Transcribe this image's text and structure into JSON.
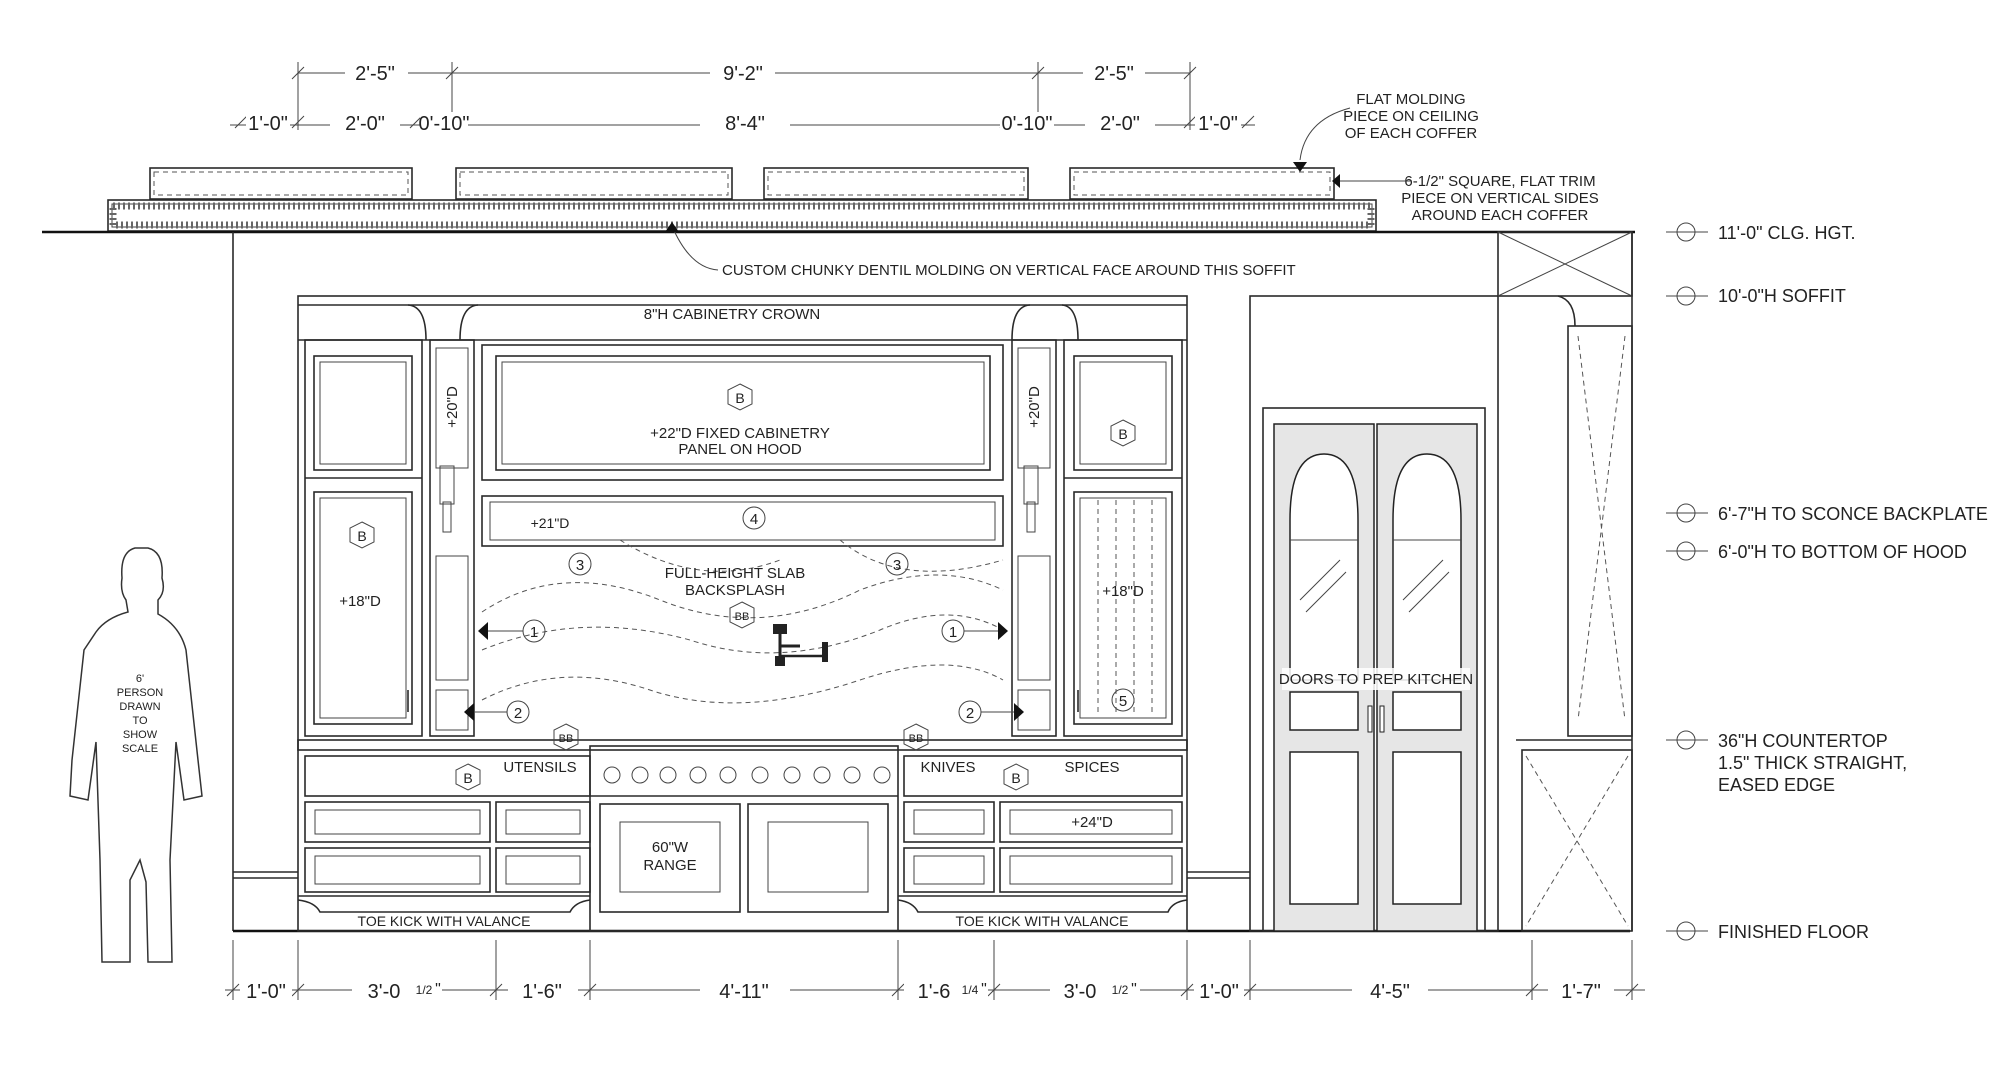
{
  "dimensions_top_upper": [
    "2'-5\"",
    "9'-2\"",
    "2'-5\""
  ],
  "dimensions_top_lower": [
    "1'-0\"",
    "2'-0\"",
    "0'-10\"",
    "8'-4\"",
    "0'-10\"",
    "2'-0\"",
    "1'-0\""
  ],
  "dimensions_bottom": [
    "1'-0\"",
    "3'-0",
    "1'-6\"",
    "4'-11\"",
    "1'-6",
    "3'-0",
    "1'-0\"",
    "4'-5\"",
    "1'-7\""
  ],
  "fraction_half": "1/2",
  "fraction_quarter": "1/4",
  "notes": {
    "flat_molding": [
      "FLAT MOLDING",
      "PIECE ON CEILING",
      "OF EACH COFFER"
    ],
    "flat_trim": [
      "6-1/2\" SQUARE, FLAT TRIM",
      "PIECE ON VERTICAL SIDES",
      "AROUND EACH COFFER"
    ],
    "dentil": "CUSTOM CHUNKY DENTIL MOLDING ON VERTICAL FACE AROUND THIS SOFFIT",
    "crown": "8\"H CABINETRY CROWN",
    "hood_panel": [
      "+22\"D FIXED CABINETRY",
      "PANEL ON HOOD"
    ],
    "backsplash": [
      "FULL-HEIGHT SLAB",
      "BACKSPLASH"
    ],
    "person": [
      "6'",
      "PERSON",
      "DRAWN",
      "TO",
      "SHOW",
      "SCALE"
    ],
    "range": [
      "60\"W",
      "RANGE"
    ],
    "doors": "DOORS TO PREP KITCHEN",
    "toe_kick": "TOE KICK WITH VALANCE",
    "utensils": "UTENSILS",
    "knives": "KNIVES",
    "spices": "SPICES"
  },
  "depths": {
    "d20": "+20\"D",
    "d22": "+21\"D",
    "d18": "+18\"D",
    "d24": "+24\"D"
  },
  "tags": {
    "b": "B",
    "bb": "BB",
    "one": "1",
    "two": "2",
    "three": "3",
    "four": "4",
    "five": "5"
  },
  "levels": [
    {
      "label": "11'-0\"  CLG. HGT."
    },
    {
      "label": "10'-0\"H SOFFIT"
    },
    {
      "label": "6'-7\"H TO SCONCE BACKPLATE"
    },
    {
      "label": "6'-0\"H TO BOTTOM OF HOOD"
    },
    {
      "label": "36\"H COUNTERTOP"
    },
    {
      "label": "1.5\" THICK STRAIGHT,"
    },
    {
      "label": "EASED EDGE"
    },
    {
      "label": "FINISHED FLOOR"
    }
  ]
}
